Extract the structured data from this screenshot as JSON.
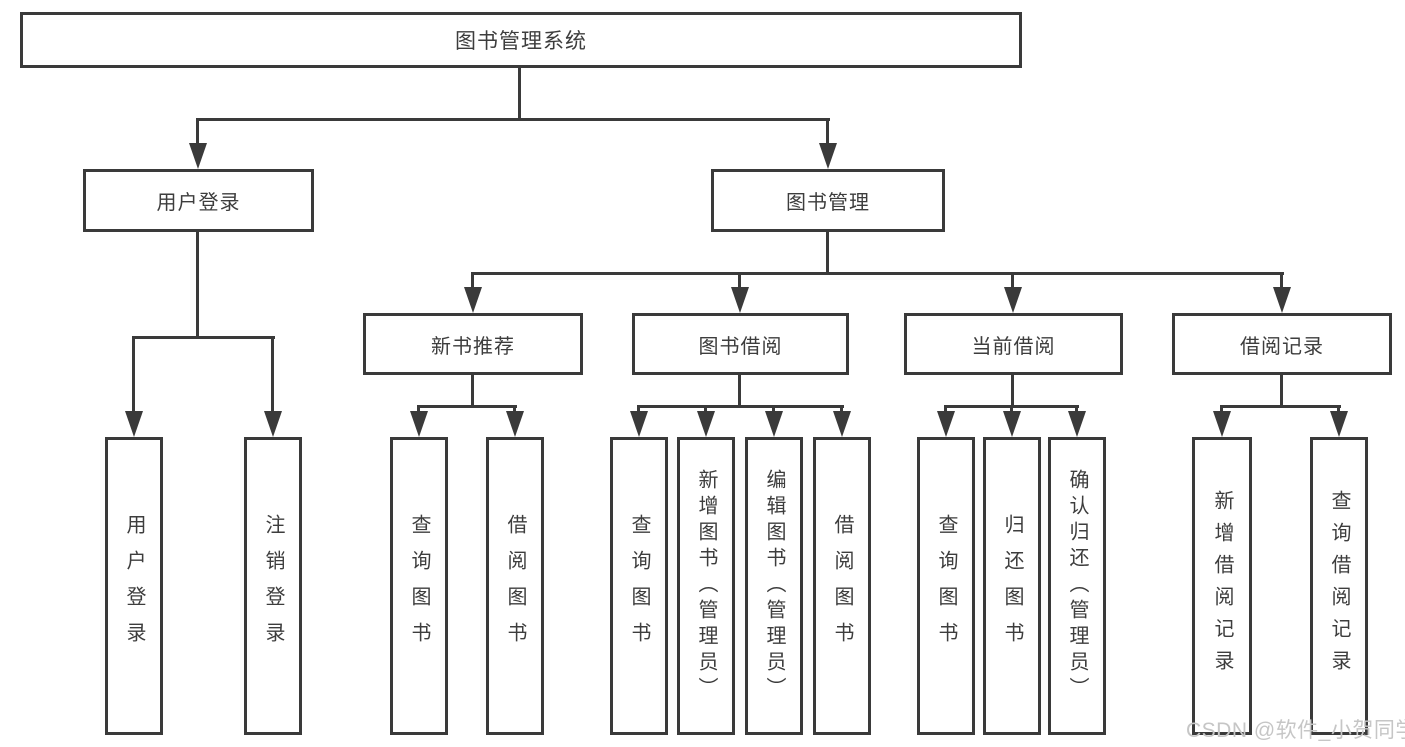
{
  "diagram_type": "tree",
  "colors": {
    "line": "#3a3a3a",
    "text": "#3d3d3d",
    "watermark": "#c6c6c6",
    "background": "#ffffff"
  },
  "root": {
    "label": "图书管理系统",
    "children": [
      {
        "label": "用户登录",
        "children": [
          {
            "label": "用户登录"
          },
          {
            "label": "注销登录"
          }
        ]
      },
      {
        "label": "图书管理",
        "children": [
          {
            "label": "新书推荐",
            "children": [
              {
                "label": "查询图书"
              },
              {
                "label": "借阅图书"
              }
            ]
          },
          {
            "label": "图书借阅",
            "children": [
              {
                "label": "查询图书"
              },
              {
                "label": "新增图书（管理员）"
              },
              {
                "label": "编辑图书（管理员）"
              },
              {
                "label": "借阅图书"
              }
            ]
          },
          {
            "label": "当前借阅",
            "children": [
              {
                "label": "查询图书"
              },
              {
                "label": "归还图书"
              },
              {
                "label": "确认归还（管理员）"
              }
            ]
          },
          {
            "label": "借阅记录",
            "children": [
              {
                "label": "新增借阅记录"
              },
              {
                "label": "查询借阅记录"
              }
            ]
          }
        ]
      }
    ]
  },
  "watermark": {
    "text": "CSDN @软件_小贺同学"
  }
}
